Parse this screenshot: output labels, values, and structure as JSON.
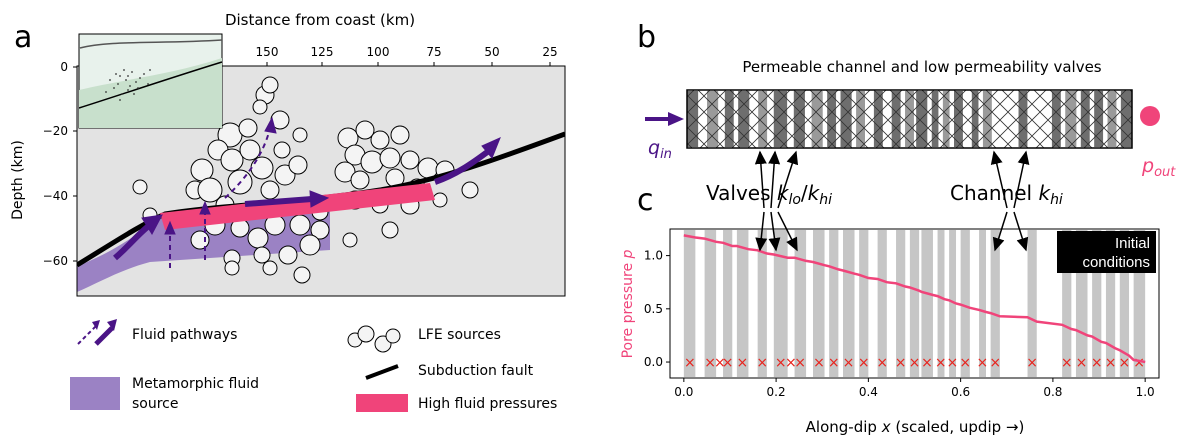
{
  "panel_a": {
    "label": "a",
    "top_axis_title": "Distance from coast (km)",
    "top_ticks": [
      "150",
      "125",
      "100",
      "75",
      "50",
      "25"
    ],
    "ylabel": "Depth (km)",
    "y_ticks": [
      "0",
      "−20",
      "−40",
      "−60"
    ],
    "legend": {
      "fluid_pathways": "Fluid pathways",
      "lfe_sources": "LFE sources",
      "metamorphic_line1": "Metamorphic fluid",
      "metamorphic_line2": "source",
      "subduction_fault": "Subduction fault",
      "high_pressures": "High fluid pressures"
    },
    "colors": {
      "metamorphic": "#9b82c4",
      "high_pressure": "#f0447a",
      "arrow": "#4a1486",
      "background": "#e3e3e3"
    }
  },
  "panel_b": {
    "label": "b",
    "title": "Permeable channel and low permeability valves",
    "q_in_main": "q",
    "q_in_sub": "in",
    "p_out_main": "p",
    "p_out_sub": "out",
    "valves_text": "Valves ",
    "valves_k1": "k",
    "valves_k1_sub": "lo",
    "valves_slash": "/",
    "valves_k2": "k",
    "valves_k2_sub": "hi",
    "channel_text": "Channel ",
    "channel_k": "k",
    "channel_k_sub": "hi",
    "colors": {
      "q_in": "#4a1486",
      "p_out": "#f0447a"
    }
  },
  "panel_c": {
    "label": "c",
    "box_line1": "Initial",
    "box_line2": "conditions",
    "chart_data": {
      "type": "line",
      "xlabel_main": "Along-dip ",
      "xlabel_var": "x",
      "xlabel_rest": "  (scaled, updip →)",
      "ylabel_main": "Pore pressure ",
      "ylabel_var": "p",
      "xlim": [
        -0.03,
        1.03
      ],
      "ylim": [
        -0.15,
        1.25
      ],
      "x_ticks": [
        "0.0",
        "0.2",
        "0.4",
        "0.6",
        "0.8",
        "1.0"
      ],
      "x_tick_values": [
        0.0,
        0.2,
        0.4,
        0.6,
        0.8,
        1.0
      ],
      "y_ticks": [
        "0.0",
        "0.5",
        "1.0"
      ],
      "y_tick_values": [
        0.0,
        0.5,
        1.0
      ],
      "valve_intervals": [
        [
          0.0,
          0.025
        ],
        [
          0.045,
          0.07
        ],
        [
          0.085,
          0.105
        ],
        [
          0.115,
          0.14
        ],
        [
          0.16,
          0.18
        ],
        [
          0.195,
          0.225
        ],
        [
          0.24,
          0.265
        ],
        [
          0.28,
          0.305
        ],
        [
          0.315,
          0.335
        ],
        [
          0.345,
          0.37
        ],
        [
          0.38,
          0.4
        ],
        [
          0.42,
          0.44
        ],
        [
          0.46,
          0.48
        ],
        [
          0.49,
          0.51
        ],
        [
          0.515,
          0.54
        ],
        [
          0.55,
          0.565
        ],
        [
          0.575,
          0.59
        ],
        [
          0.6,
          0.62
        ],
        [
          0.64,
          0.655
        ],
        [
          0.665,
          0.685
        ],
        [
          0.745,
          0.765
        ],
        [
          0.82,
          0.84
        ],
        [
          0.85,
          0.875
        ],
        [
          0.885,
          0.905
        ],
        [
          0.915,
          0.935
        ],
        [
          0.945,
          0.965
        ],
        [
          0.975,
          1.0
        ]
      ],
      "curve_x": [
        0.0,
        0.025,
        0.045,
        0.07,
        0.085,
        0.105,
        0.115,
        0.14,
        0.16,
        0.18,
        0.195,
        0.225,
        0.24,
        0.265,
        0.28,
        0.305,
        0.315,
        0.335,
        0.345,
        0.37,
        0.38,
        0.4,
        0.42,
        0.44,
        0.46,
        0.48,
        0.49,
        0.51,
        0.515,
        0.54,
        0.55,
        0.565,
        0.575,
        0.59,
        0.6,
        0.62,
        0.64,
        0.655,
        0.665,
        0.685,
        0.745,
        0.765,
        0.82,
        0.84,
        0.85,
        0.875,
        0.885,
        0.905,
        0.915,
        0.935,
        0.945,
        0.965,
        0.975,
        1.0
      ],
      "curve_y": [
        1.19,
        1.17,
        1.16,
        1.13,
        1.12,
        1.09,
        1.09,
        1.06,
        1.05,
        1.02,
        1.01,
        0.98,
        0.98,
        0.95,
        0.94,
        0.91,
        0.9,
        0.87,
        0.86,
        0.83,
        0.82,
        0.79,
        0.78,
        0.75,
        0.74,
        0.71,
        0.7,
        0.67,
        0.66,
        0.63,
        0.62,
        0.59,
        0.58,
        0.55,
        0.54,
        0.51,
        0.49,
        0.47,
        0.46,
        0.43,
        0.42,
        0.38,
        0.35,
        0.31,
        0.3,
        0.25,
        0.24,
        0.19,
        0.18,
        0.13,
        0.11,
        0.06,
        0.02,
        0.0
      ],
      "marker_x": [
        0.013,
        0.057,
        0.078,
        0.095,
        0.127,
        0.17,
        0.21,
        0.232,
        0.252,
        0.293,
        0.325,
        0.357,
        0.39,
        0.43,
        0.47,
        0.5,
        0.527,
        0.557,
        0.582,
        0.61,
        0.647,
        0.675,
        0.755,
        0.83,
        0.862,
        0.895,
        0.925,
        0.955,
        0.987
      ],
      "colors": {
        "curve": "#f0447a",
        "valve": "#c6c6c6",
        "marker": "#e8231d"
      }
    }
  }
}
